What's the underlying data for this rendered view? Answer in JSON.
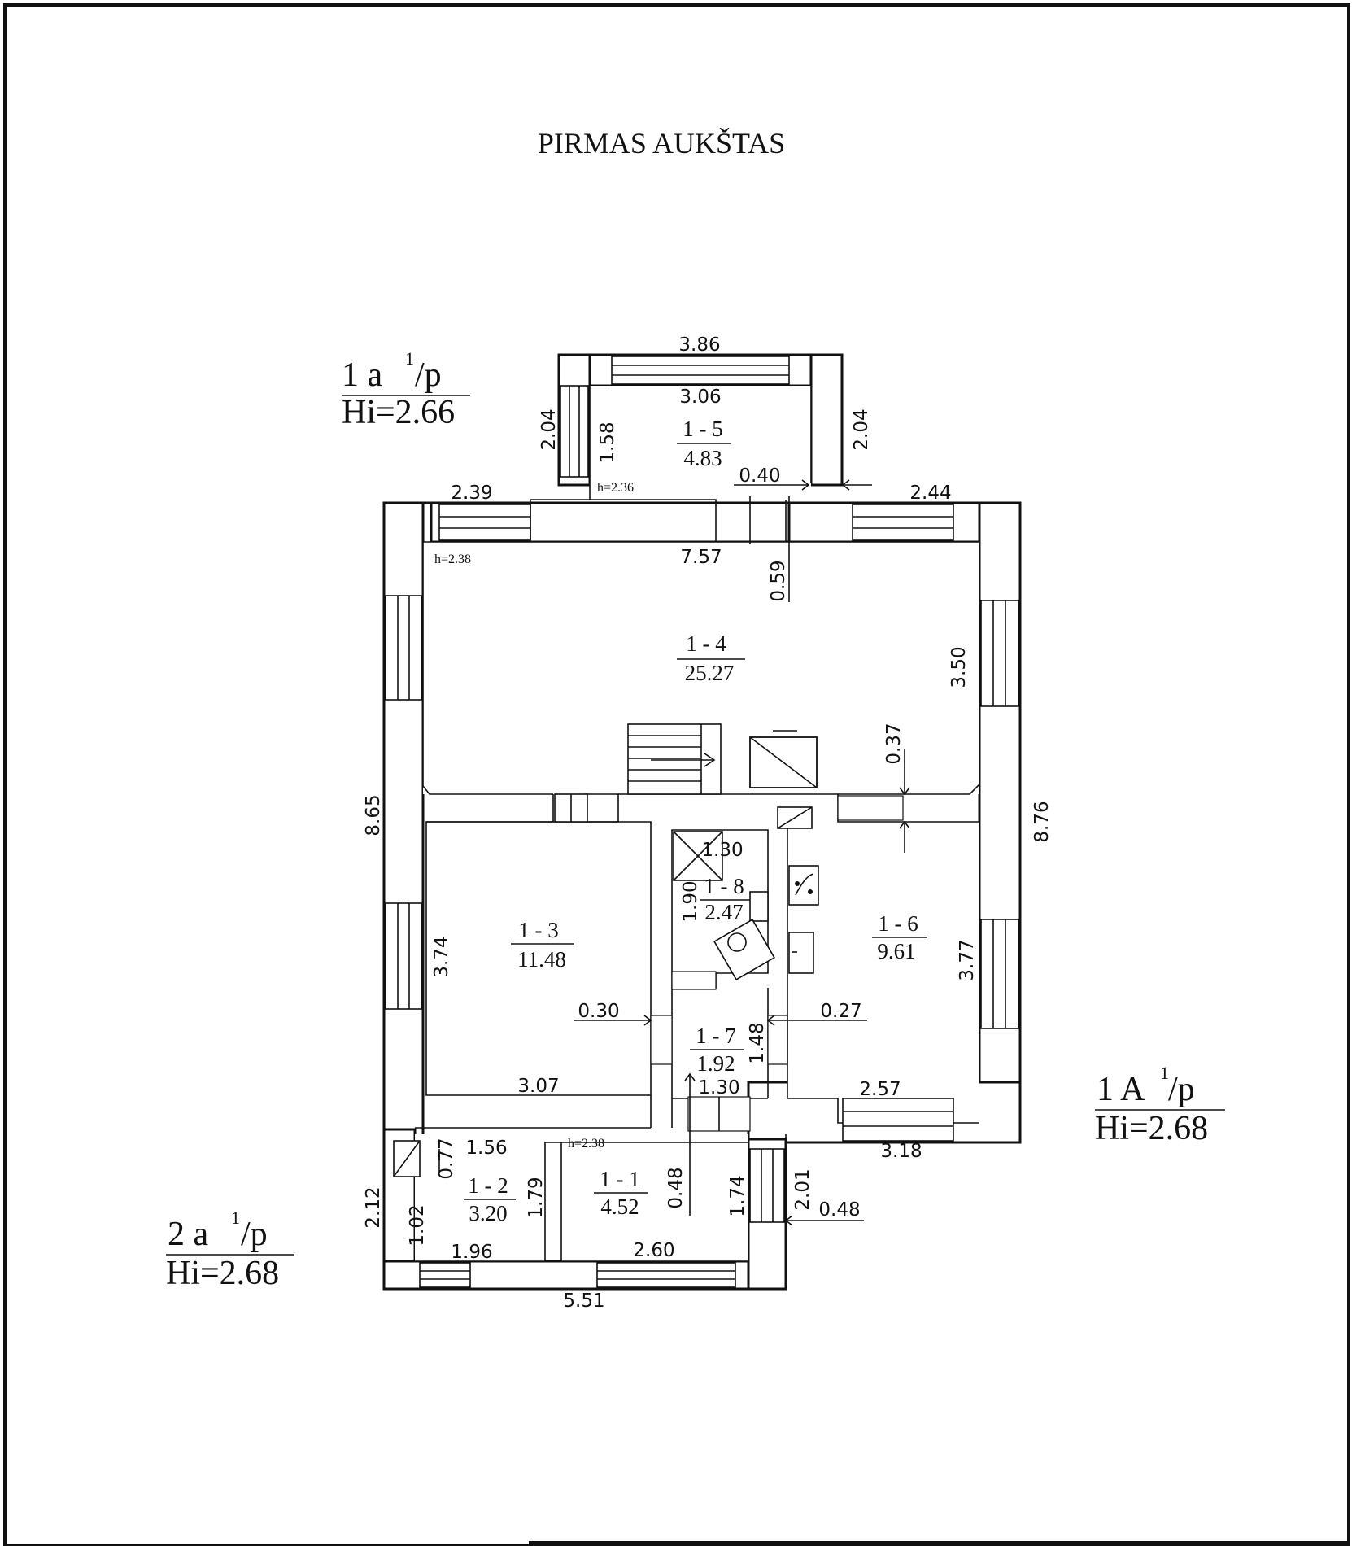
{
  "title": "PIRMAS AUKŠTAS",
  "wall_labels": [
    {
      "id": "w1",
      "main": "1 a",
      "sup": "1",
      "rest": "/p",
      "height": "Hi=2.66"
    },
    {
      "id": "w2",
      "main": "1 A",
      "sup": "1",
      "rest": "/p",
      "height": "Hi=2.68"
    },
    {
      "id": "w3",
      "main": "2 a",
      "sup": "1",
      "rest": "/p",
      "height": "Hi=2.68"
    }
  ],
  "rooms": [
    {
      "id": "1-1",
      "label": "1 - 1",
      "area": "4.52"
    },
    {
      "id": "1-2",
      "label": "1 - 2",
      "area": "3.20"
    },
    {
      "id": "1-3",
      "label": "1 - 3",
      "area": "11.48"
    },
    {
      "id": "1-4",
      "label": "1 - 4",
      "area": "25.27"
    },
    {
      "id": "1-5",
      "label": "1 - 5",
      "area": "4.83"
    },
    {
      "id": "1-6",
      "label": "1 - 6",
      "area": "9.61"
    },
    {
      "id": "1-7",
      "label": "1 - 7",
      "area": "1.92"
    },
    {
      "id": "1-8",
      "label": "1 - 8",
      "area": "2.47"
    }
  ],
  "ceiling_heights": [
    "h=2.36",
    "h=2.38",
    "h=2.38"
  ],
  "dimensions": {
    "d386": "3.86",
    "d306": "3.06",
    "d204a": "2.04",
    "d158": "1.58",
    "d204b": "2.04",
    "d040": "0.40",
    "d239": "2.39",
    "d244": "2.44",
    "d757": "7.57",
    "d059": "0.59",
    "d350": "3.50",
    "d037": "0.37",
    "d865": "8.65",
    "d876": "8.76",
    "d130a": "1.30",
    "d190": "1.90",
    "d374": "3.74",
    "d377": "3.77",
    "d030": "0.30",
    "d027": "0.27",
    "d148": "1.48",
    "d307": "3.07",
    "d130b": "1.30",
    "d257": "2.57",
    "d318": "3.18",
    "d077": "0.77",
    "d156": "1.56",
    "d179": "1.79",
    "d048a": "0.48",
    "d174": "1.74",
    "d201": "2.01",
    "d048b": "0.48",
    "d212": "2.12",
    "d102": "1.02",
    "d196": "1.96",
    "d260": "2.60",
    "d551": "5.51"
  }
}
